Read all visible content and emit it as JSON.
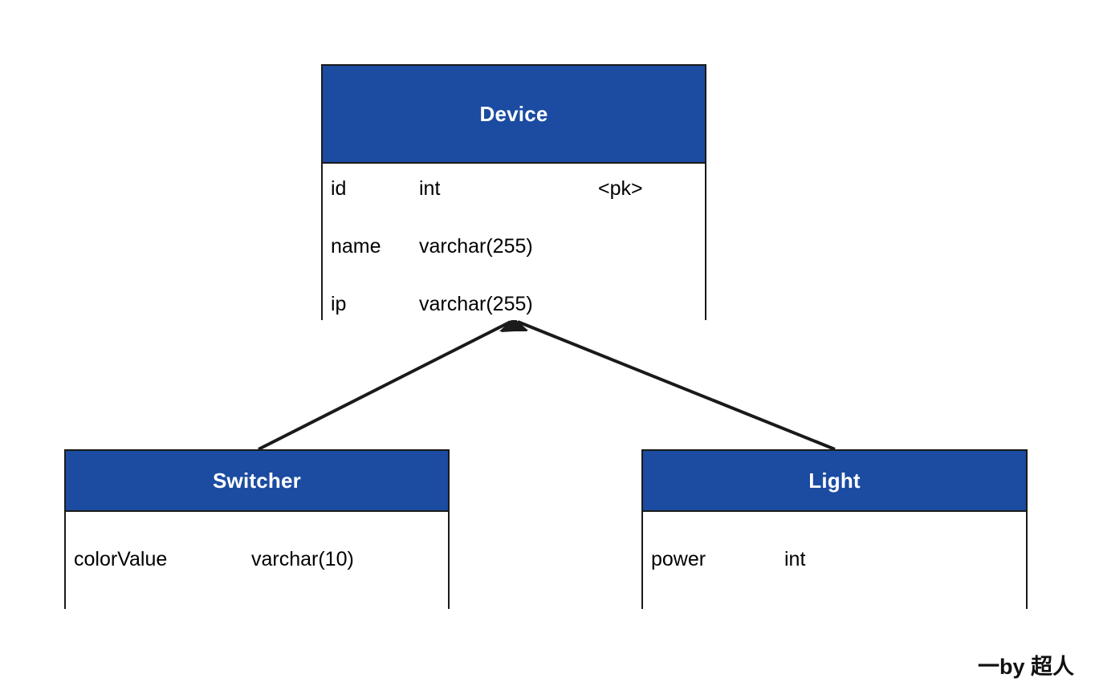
{
  "diagram": {
    "type": "class-inheritance-er-diagram",
    "background_color": "#ffffff",
    "header_color": "#1b4ca1",
    "border_color": "#1a1a1a",
    "header_text_color": "#ffffff",
    "entities": [
      {
        "id": "device",
        "title": "Device",
        "attributes": [
          {
            "name": "id",
            "type": "int",
            "key": "<pk>"
          },
          {
            "name": "name",
            "type": "varchar(255)",
            "key": ""
          },
          {
            "name": "ip",
            "type": "varchar(255)",
            "key": ""
          }
        ]
      },
      {
        "id": "switcher",
        "title": "Switcher",
        "attributes": [
          {
            "name": "colorValue",
            "type": "varchar(10)",
            "key": ""
          }
        ]
      },
      {
        "id": "light",
        "title": "Light",
        "attributes": [
          {
            "name": "power",
            "type": "int",
            "key": ""
          }
        ]
      }
    ],
    "relationships": [
      {
        "id": "switcher-inherits-device",
        "from": "switcher",
        "to": "device",
        "kind": "inheritance",
        "arrow": "filled-arrowhead"
      },
      {
        "id": "light-inherits-device",
        "from": "light",
        "to": "device",
        "kind": "inheritance",
        "arrow": "filled-arrowhead"
      }
    ]
  },
  "watermark": {
    "text": "一by 超人"
  }
}
